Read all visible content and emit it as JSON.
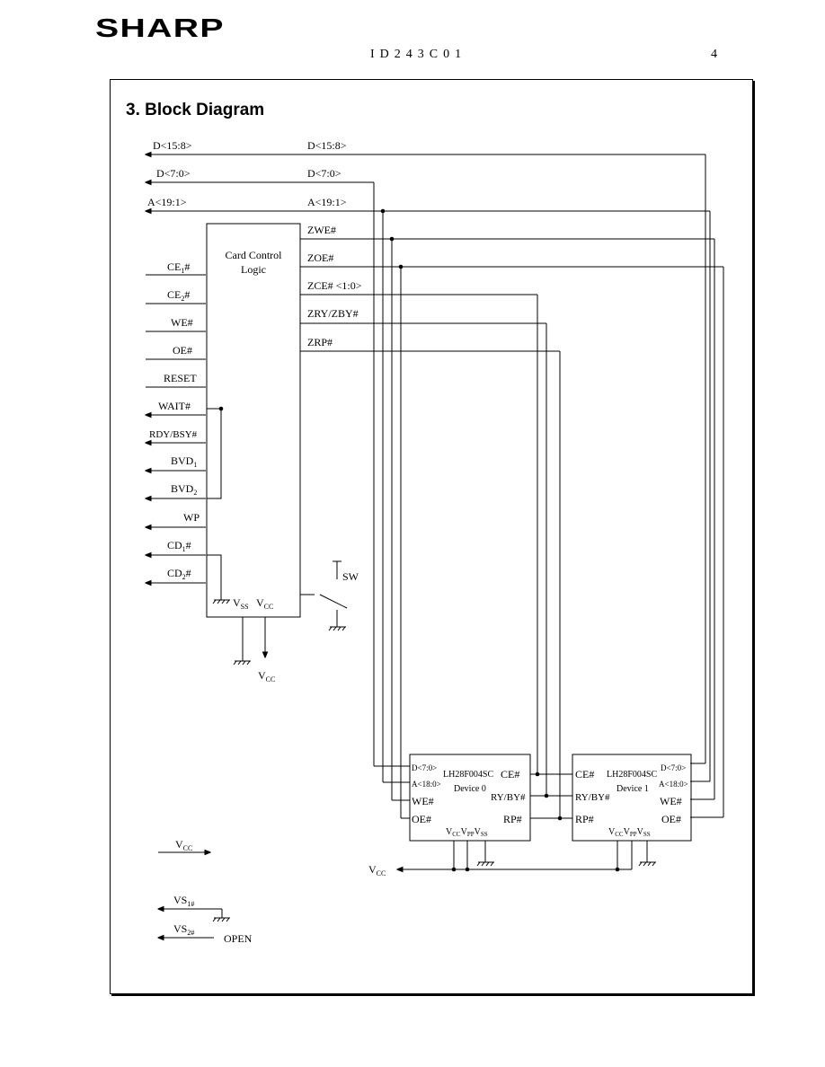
{
  "header": {
    "logo": "SHARP",
    "doc_id": "ID243C01",
    "page_number": "4"
  },
  "section_title": "3. Block Diagram",
  "bus_labels": {
    "d_high": "D<15:8>",
    "d_low": "D<7:0>",
    "addr": "A<19:1>"
  },
  "logic_block": {
    "title": "Card Control",
    "title2": "Logic"
  },
  "left_signals": {
    "ce1": "CE",
    "ce1_sub": "1",
    "ce2": "CE",
    "ce2_sub": "2",
    "we": "WE#",
    "oe": "OE#",
    "reset": "RESET",
    "wait": "WAIT#",
    "rdybsy": "RDY/BSY#",
    "bvd1": "BVD",
    "bvd1_sub": "1",
    "bvd2": "BVD",
    "bvd2_sub": "2",
    "wp": "WP",
    "cd1": "CD",
    "cd1_sub": "1",
    "cd2": "CD",
    "cd2_sub": "2",
    "hash": "#"
  },
  "right_signals": {
    "zwe": "ZWE#",
    "zoe": "ZOE#",
    "zce": "ZCE# <1:0>",
    "zry": "ZRY/ZBY#",
    "zrp": "ZRP#"
  },
  "power": {
    "v": "V",
    "ss": "SS",
    "cc": "CC",
    "pp": "PP",
    "sw": "SW",
    "vs": "VS",
    "vs1_sub": "1#",
    "vs2_sub": "2#",
    "open": "OPEN"
  },
  "devices": [
    {
      "part": "LH28F004SC",
      "name": "Device 0",
      "pins": {
        "d": "D<7:0>",
        "a": "A<18:0>",
        "we": "WE#",
        "oe": "OE#",
        "ce": "CE#",
        "ry": "RY/BY#",
        "rp": "RP#"
      }
    },
    {
      "part": "LH28F004SC",
      "name": "Device 1",
      "pins": {
        "d": "D<7:0>",
        "a": "A<18:0>",
        "we": "WE#",
        "oe": "OE#",
        "ce": "CE#",
        "ry": "RY/BY#",
        "rp": "RP#"
      }
    }
  ]
}
